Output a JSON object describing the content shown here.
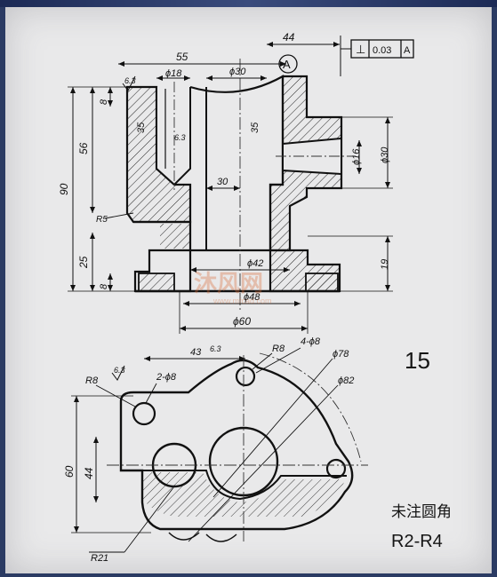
{
  "figure_number": "15",
  "note": {
    "line1": "未注圆角",
    "line2": "R2-R4"
  },
  "watermark": {
    "brand": "沐风网",
    "url": "www.mfcad.com"
  },
  "datum": "A",
  "tolerance_frame": {
    "symbol": "⊥",
    "value": "0.03",
    "datum": "A"
  },
  "dims_top": {
    "d55": "55",
    "d44": "44",
    "d18": "ϕ18",
    "d30": "ϕ30",
    "d8": "8",
    "d56": "56",
    "d90": "90",
    "d35a": "35",
    "d35b": "35",
    "d16": "ϕ16",
    "d30b": "ϕ30",
    "d30c": "30",
    "d25": "25",
    "d8b": "8",
    "d19": "19",
    "d42": "ϕ42",
    "d48": "ϕ48",
    "d60": "ϕ60",
    "r5": "R5",
    "rough": "6.3"
  },
  "dims_bottom": {
    "r8a": "R8",
    "rough": "6.3",
    "holes2": "2-ϕ8",
    "d43": "43",
    "r8b": "R8",
    "holes4": "4-ϕ8",
    "d78": "ϕ78",
    "d82": "ϕ82",
    "d60": "60",
    "d44": "44",
    "r21": "R21"
  },
  "colors": {
    "paper": "#e9e9ea",
    "ink": "#111111",
    "frame": "#2b3b63"
  }
}
